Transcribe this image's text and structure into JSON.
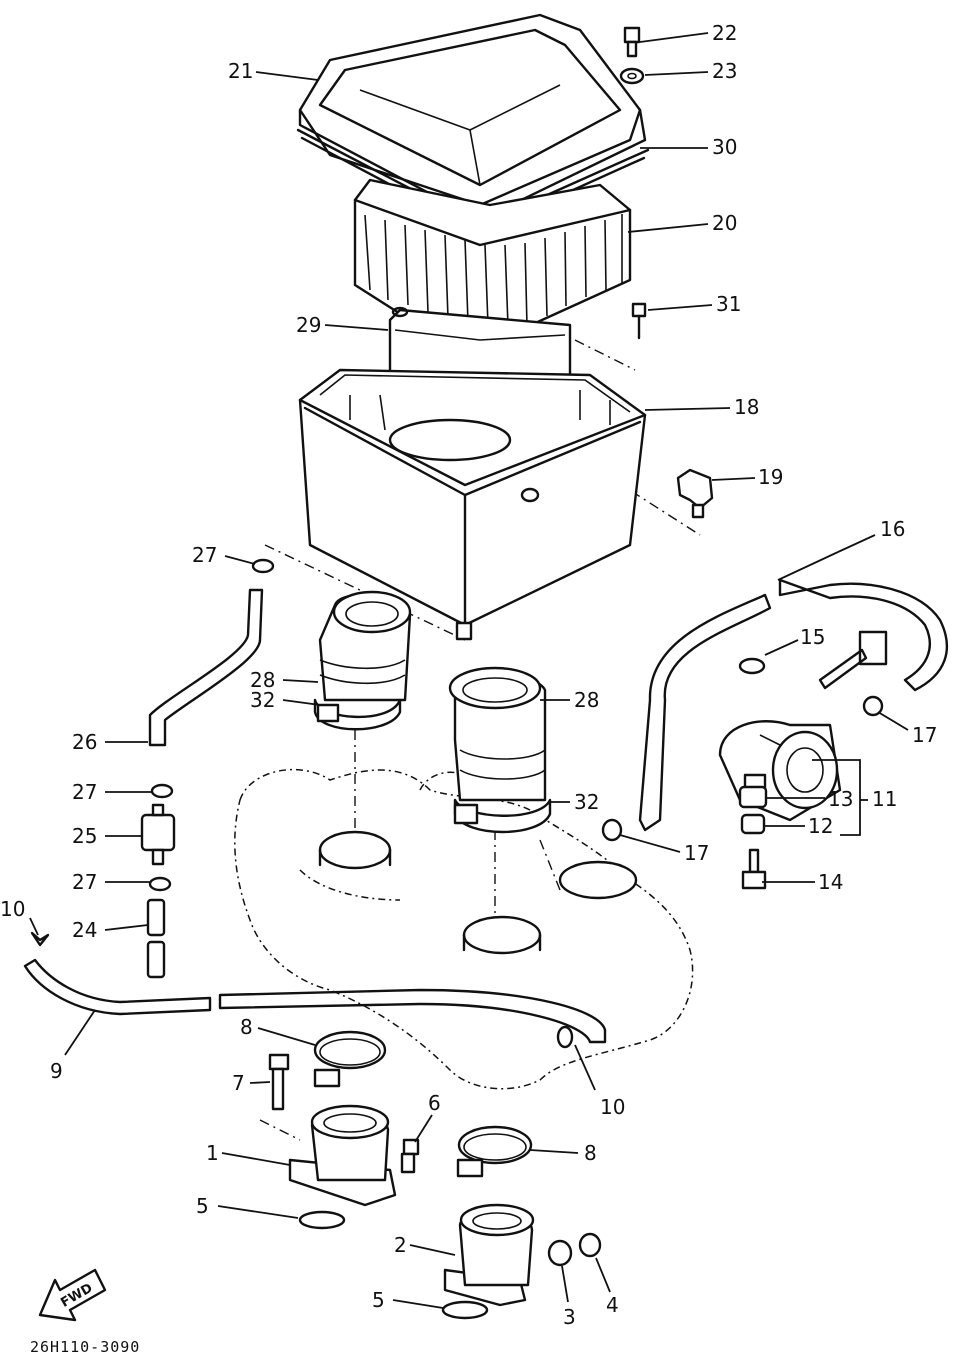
{
  "diagram": {
    "drawing_code": "26H110-3090",
    "direction_arrow": "FWD",
    "callouts": {
      "c1": "1",
      "c2": "2",
      "c3": "3",
      "c4": "4",
      "c5a": "5",
      "c5b": "5",
      "c6": "6",
      "c7": "7",
      "c8a": "8",
      "c8b": "8",
      "c9": "9",
      "c10a": "10",
      "c10b": "10",
      "c11": "11",
      "c12": "12",
      "c13": "13",
      "c14": "14",
      "c15": "15",
      "c16": "16",
      "c17a": "17",
      "c17b": "17",
      "c18": "18",
      "c19": "19",
      "c20": "20",
      "c21": "21",
      "c22": "22",
      "c23": "23",
      "c24": "24",
      "c25": "25",
      "c26": "26",
      "c27a": "27",
      "c27b": "27",
      "c27c": "27",
      "c28a": "28",
      "c28b": "28",
      "c29": "29",
      "c30": "30",
      "c31": "31",
      "c32a": "32",
      "c32b": "32"
    }
  }
}
